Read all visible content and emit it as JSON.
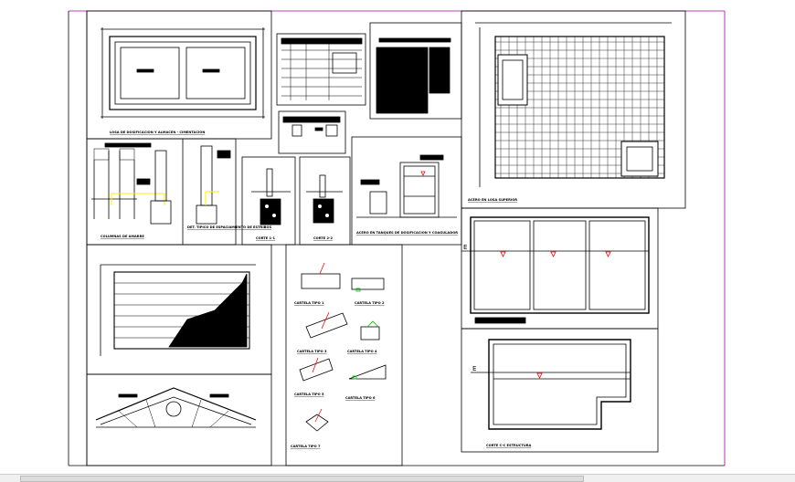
{
  "sheet": {
    "border_color": "#a000a0",
    "accent_red": "#ff0000",
    "accent_yellow": "#ffee00",
    "accent_green": "#00c000"
  },
  "labels": {
    "plan_foundation": "LOSA DE DOSIFICACION Y ALMACEN - CIMENTACION",
    "columns": "COLUMNAS DE AMARRE",
    "stirrups": "DET. TIPICO DE ESPACIAMIENTO DE ESTRIBOS",
    "cut_1": "CORTE 1-1",
    "cut_2": "CORTE 2-2",
    "tank_steel": "ACERO EN TANQUES DE DOSIFICACION Y COAGULADOR",
    "slab_steel": "ACERO EN LOSA SUPERIOR",
    "cut_c": "CORTE C-C ESTRUCTURA",
    "cartela": [
      "CARTELA TIPO 1",
      "CARTELA TIPO 2",
      "CARTELA TIPO 3",
      "CARTELA TIPO 4",
      "CARTELA TIPO 5",
      "CARTELA TIPO 6",
      "CARTELA TIPO 7"
    ],
    "section_mark": "E"
  }
}
